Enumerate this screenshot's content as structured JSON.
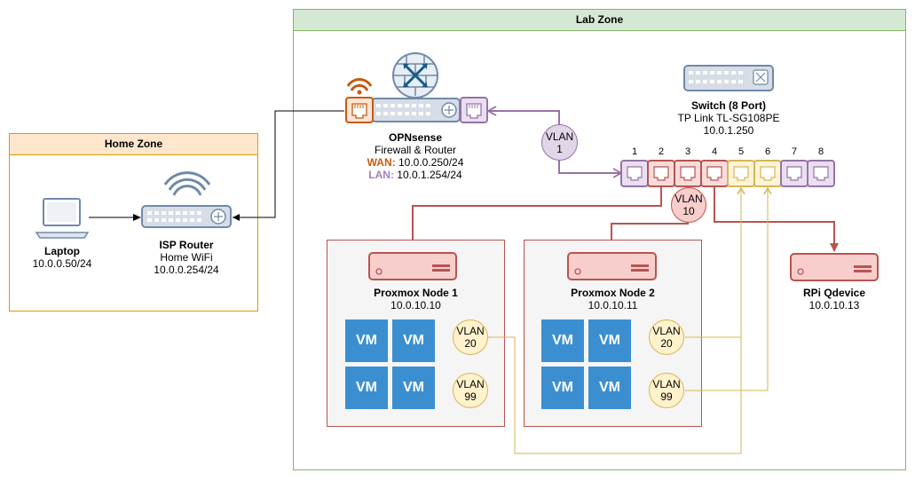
{
  "zones": {
    "home": "Home Zone",
    "lab": "Lab Zone"
  },
  "laptop": {
    "name": "Laptop",
    "ip": "10.0.0.50/24"
  },
  "isp_router": {
    "name": "ISP Router",
    "desc": "Home WiFi",
    "ip": "10.0.0.254/24"
  },
  "opnsense": {
    "name": "OPNsense",
    "desc": "Firewall & Router",
    "wan_label": "WAN:",
    "wan_ip": "10.0.0.250/24",
    "lan_label": "LAN:",
    "lan_ip": "10.0.1.254/24"
  },
  "switch": {
    "name": "Switch (8 Port)",
    "model": "TP Link TL-SG108PE",
    "ip": "10.0.1.250",
    "ports": [
      "1",
      "2",
      "3",
      "4",
      "5",
      "6",
      "7",
      "8"
    ]
  },
  "vlan1": {
    "line1": "VLAN",
    "line2": "1"
  },
  "vlan10": {
    "line1": "VLAN",
    "line2": "10"
  },
  "node1": {
    "name": "Proxmox Node 1",
    "ip": "10.0.10.10",
    "vms": [
      "VM",
      "VM",
      "VM",
      "VM"
    ],
    "vlan20": {
      "line1": "VLAN",
      "line2": "20"
    },
    "vlan99": {
      "line1": "VLAN",
      "line2": "99"
    }
  },
  "node2": {
    "name": "Proxmox Node 2",
    "ip": "10.0.10.11",
    "vms": [
      "VM",
      "VM",
      "VM",
      "VM"
    ],
    "vlan20": {
      "line1": "VLAN",
      "line2": "20"
    },
    "vlan99": {
      "line1": "VLAN",
      "line2": "99"
    }
  },
  "rpi": {
    "name": "RPi Qdevice",
    "ip": "10.0.10.13"
  },
  "colors": {
    "purple": "#9673a6",
    "red": "#b85450",
    "yellow": "#d6b656",
    "orange": "#d79b00",
    "green": "#82b366",
    "wan": "#c55a11",
    "lan": "#a680b8"
  }
}
